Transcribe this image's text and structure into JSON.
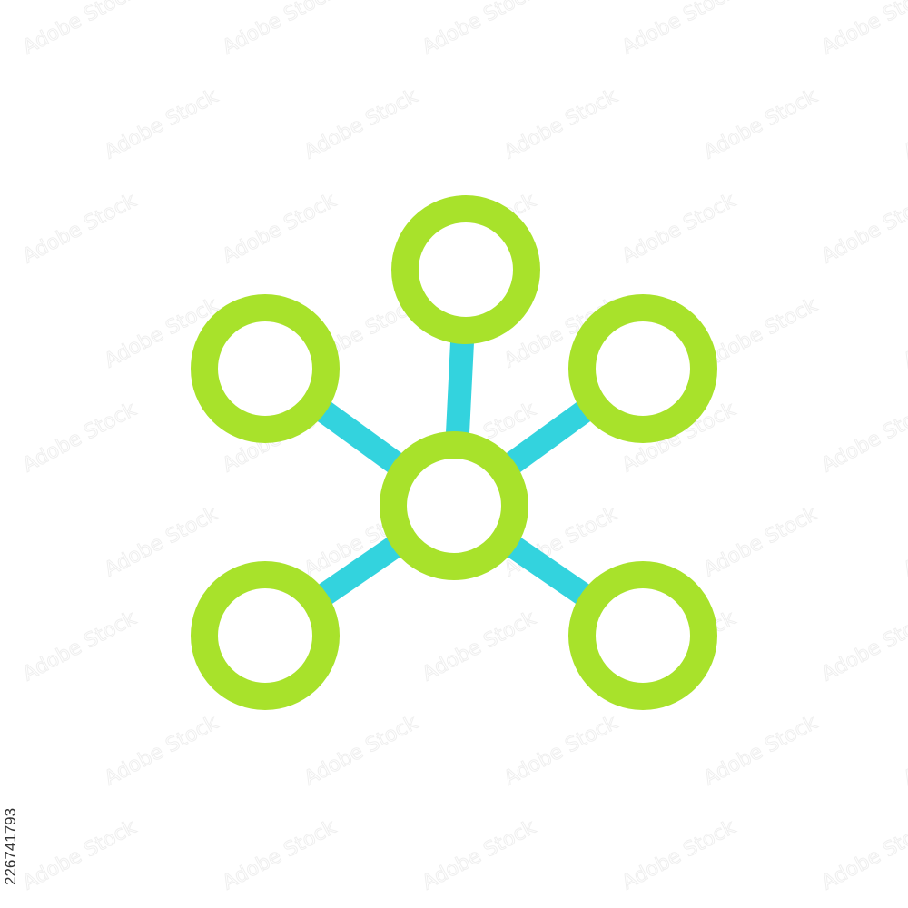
{
  "icon": {
    "name": "network-hub-icon",
    "ring_color": "#A8E22B",
    "connector_color": "#33D3DE",
    "background_color": "#FFFFFF",
    "outer_node_count": 5
  },
  "watermark": {
    "stock_id": "226741793",
    "pattern_text": "Adobe Stock",
    "pattern_color": "#EFEFEF"
  }
}
